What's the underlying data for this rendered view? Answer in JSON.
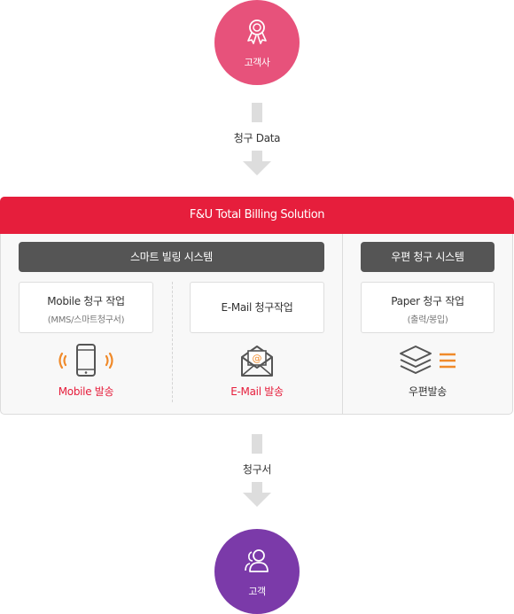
{
  "top_node": {
    "label": "고객사",
    "icon": "award-ribbon-icon",
    "color": "#e7527b"
  },
  "step1": {
    "label": "청구 Data"
  },
  "solution": {
    "title": "F&U Total Billing Solution",
    "header_color": "#e61e3c",
    "smart_system": {
      "title": "스마트 빌링 시스템",
      "mobile_card": {
        "title": "Mobile 청구 작업",
        "subtitle": "(MMS/스마트청구서)"
      },
      "email_card": {
        "title": "E-Mail 청구작업"
      },
      "mobile_output": {
        "label": "Mobile 발송",
        "icon": "mobile-phone-signal-icon"
      },
      "email_output": {
        "label": "E-Mail 발송",
        "icon": "email-envelope-icon"
      }
    },
    "postal_system": {
      "title": "우편 청구 시스템",
      "paper_card": {
        "title": "Paper 청구 작업",
        "subtitle": "(출력/봉입)"
      },
      "postal_output": {
        "label": "우편발송",
        "icon": "layers-stack-icon"
      }
    }
  },
  "step2": {
    "label": "청구서"
  },
  "bottom_node": {
    "label": "고객",
    "icon": "users-icon",
    "color": "#7b3aa9"
  },
  "accent_color": "#f08a2a"
}
